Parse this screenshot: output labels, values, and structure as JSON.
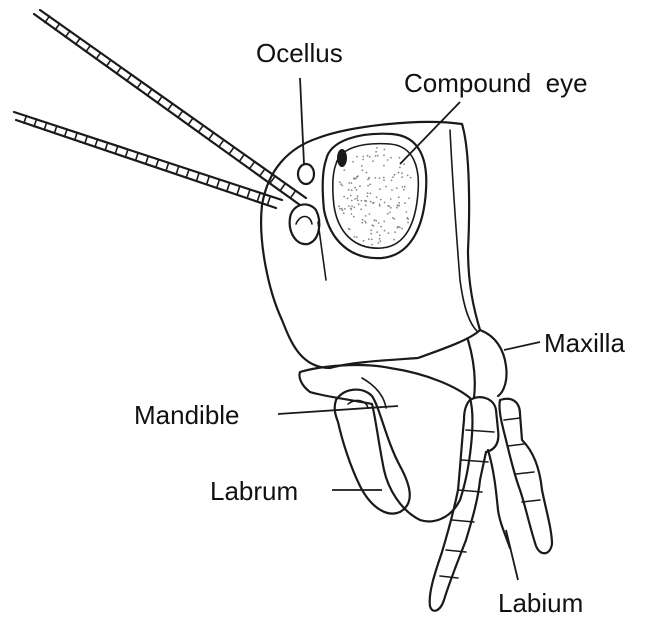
{
  "labels": {
    "ocellus": "Ocellus",
    "compound_eye": "Compound  eye",
    "maxilla": "Maxilla",
    "mandible": "Mandible",
    "labrum": "Labrum",
    "labium": "Labium"
  },
  "colors": {
    "ink": "#1a1a1a",
    "background": "#ffffff"
  }
}
